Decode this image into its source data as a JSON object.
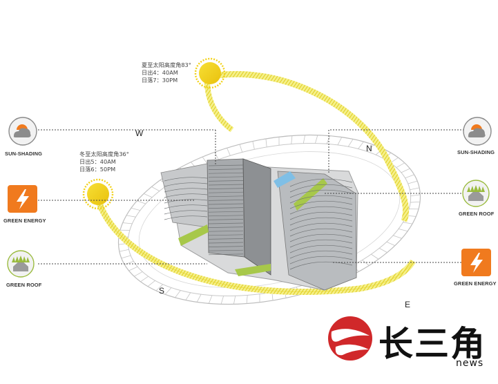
{
  "summer_note": {
    "title": "夏至太阳高度角83°",
    "sunrise": "日出4：40AM",
    "sunset": "日落7：30PM"
  },
  "winter_note": {
    "title": "冬至太阳高度角36°",
    "sunrise": "日出5：40AM",
    "sunset": "日落6：50PM"
  },
  "directions": {
    "west": "W",
    "north": "N",
    "south": "S",
    "east": "E"
  },
  "left_features": [
    {
      "label": "SUN-SHADING",
      "icon": "sun-cloud-icon"
    },
    {
      "label": "GREEN ENERGY",
      "icon": "lightning-icon"
    },
    {
      "label": "GREEN ROOF",
      "icon": "house-grass-icon"
    }
  ],
  "right_features": [
    {
      "label": "SUN-SHADING",
      "icon": "sun-cloud-icon"
    },
    {
      "label": "GREEN ROOF",
      "icon": "house-grass-icon"
    },
    {
      "label": "GREEN ENERGY",
      "icon": "lightning-icon"
    }
  ],
  "colors": {
    "sun": "#f2d21a",
    "sun_path": "#ece24a",
    "energy_orange": "#f07a1e",
    "roof_green": "#9abb3e",
    "logo_red": "#d0282a"
  },
  "watermark": {
    "text": "长三角",
    "sub": "news"
  }
}
